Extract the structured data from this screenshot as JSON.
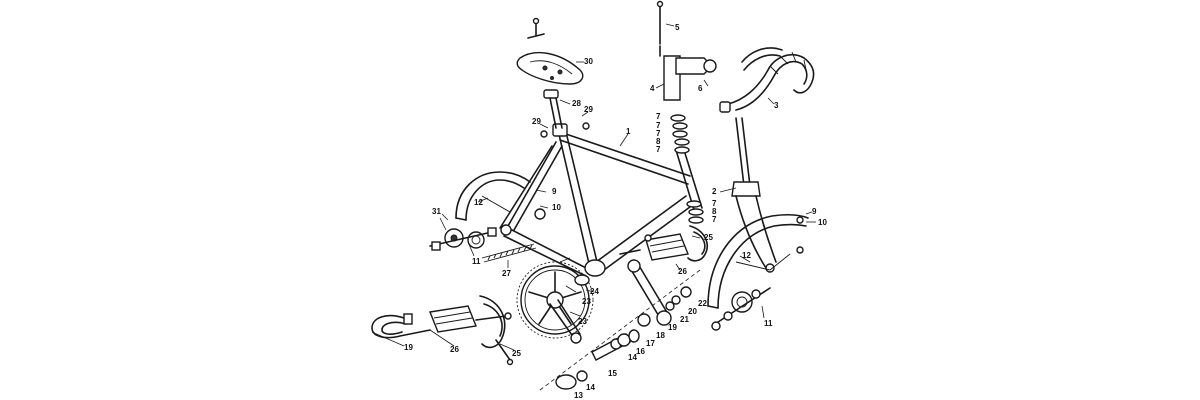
{
  "callouts": [
    {
      "id": "c1",
      "text": "1"
    },
    {
      "id": "c2",
      "text": "2"
    },
    {
      "id": "c3",
      "text": "3"
    },
    {
      "id": "c4",
      "text": "4"
    },
    {
      "id": "c5",
      "text": "5"
    },
    {
      "id": "c6",
      "text": "6"
    },
    {
      "id": "c7a",
      "text": "7"
    },
    {
      "id": "c7b",
      "text": "7"
    },
    {
      "id": "c7c",
      "text": "7"
    },
    {
      "id": "c8a",
      "text": "8"
    },
    {
      "id": "c7d",
      "text": "7"
    },
    {
      "id": "c7e",
      "text": "7"
    },
    {
      "id": "c8b",
      "text": "8"
    },
    {
      "id": "c7f",
      "text": "7"
    },
    {
      "id": "c9a",
      "text": "9"
    },
    {
      "id": "c10a",
      "text": "10"
    },
    {
      "id": "c9b",
      "text": "9"
    },
    {
      "id": "c10b",
      "text": "10"
    },
    {
      "id": "c11a",
      "text": "11"
    },
    {
      "id": "c11b",
      "text": "11"
    },
    {
      "id": "c12a",
      "text": "12"
    },
    {
      "id": "c12b",
      "text": "12"
    },
    {
      "id": "c13",
      "text": "13"
    },
    {
      "id": "c14a",
      "text": "14"
    },
    {
      "id": "c14b",
      "text": "14"
    },
    {
      "id": "c15",
      "text": "15"
    },
    {
      "id": "c16",
      "text": "16"
    },
    {
      "id": "c17",
      "text": "17"
    },
    {
      "id": "c18",
      "text": "18"
    },
    {
      "id": "c19a",
      "text": "19"
    },
    {
      "id": "c19b",
      "text": "19"
    },
    {
      "id": "c20",
      "text": "20"
    },
    {
      "id": "c21",
      "text": "21"
    },
    {
      "id": "c22",
      "text": "22"
    },
    {
      "id": "c23a",
      "text": "23"
    },
    {
      "id": "c23b",
      "text": "23"
    },
    {
      "id": "c24",
      "text": "24"
    },
    {
      "id": "c25a",
      "text": "25"
    },
    {
      "id": "c25b",
      "text": "25"
    },
    {
      "id": "c26a",
      "text": "26"
    },
    {
      "id": "c26b",
      "text": "26"
    },
    {
      "id": "c27",
      "text": "27"
    },
    {
      "id": "c28",
      "text": "28"
    },
    {
      "id": "c29a",
      "text": "29"
    },
    {
      "id": "c29b",
      "text": "29"
    },
    {
      "id": "c30",
      "text": "30"
    },
    {
      "id": "c31",
      "text": "31"
    }
  ]
}
